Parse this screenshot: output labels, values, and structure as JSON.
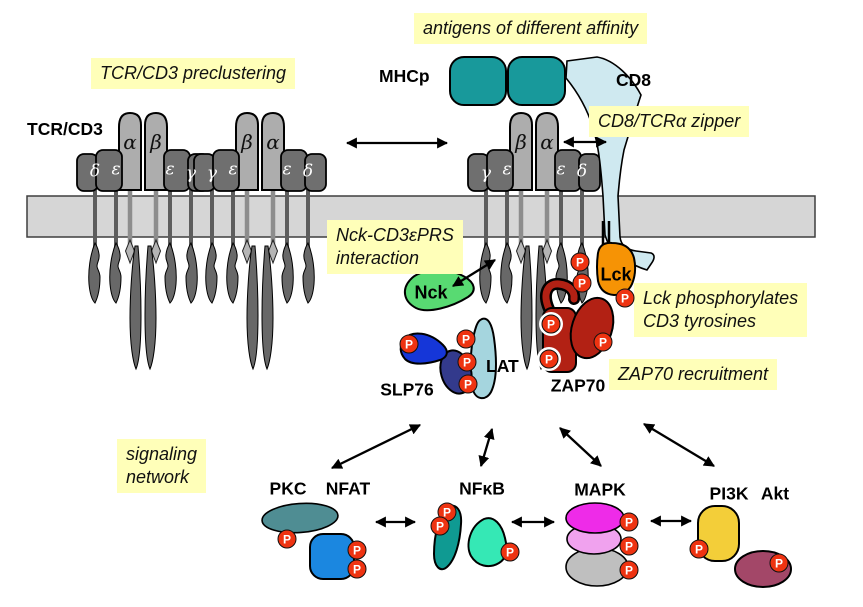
{
  "annotations": {
    "antigens": "antigens of different affinity",
    "preclustering": "TCR/CD3 preclustering",
    "zipper": "CD8/TCRα zipper",
    "nck_line1": "Nck-CD3εPRS",
    "nck_line2": "interaction",
    "lck_line1": "Lck phosphorylates",
    "lck_line2": "CD3 tyrosines",
    "zap70_recruitment": "ZAP70 recruitment",
    "signaling_line1": "signaling",
    "signaling_line2": "network"
  },
  "proteins": {
    "tcr_cd3": "TCR/CD3",
    "mhcp": "MHCp",
    "cd8": "CD8",
    "nck": "Nck",
    "lck": "Lck",
    "slp76": "SLP76",
    "lat": "LAT",
    "zap70": "ZAP70",
    "pkc": "PKC",
    "nfat": "NFAT",
    "nfkb": "NFκB",
    "mapk": "MAPK",
    "pi3k": "PI3K",
    "akt": "Akt"
  },
  "complexes": [
    {
      "name": "tcr-complex-preclustered-1",
      "subunits": [
        "δ",
        "ε",
        "α",
        "β",
        "ε",
        "γ"
      ]
    },
    {
      "name": "tcr-complex-preclustered-2",
      "subunits": [
        "γ",
        "ε",
        "β",
        "α",
        "ε",
        "δ"
      ]
    },
    {
      "name": "tcr-complex-engaged",
      "subunits": [
        "γ",
        "ε",
        "β",
        "α",
        "ε",
        "δ"
      ]
    }
  ],
  "phospho": {
    "label": "P"
  },
  "colors": {
    "note_bg": "#FFFFB9",
    "membrane": "#D6D6D6",
    "receptor_light": "#ADADAD",
    "receptor_dark": "#6F6F6F",
    "tail": "#686868",
    "mhc": "#18999B",
    "cd8": "#CFE9F0",
    "nck": "#58DA72",
    "lck": "#F69305",
    "zap70": "#B22114",
    "slp76": "#1536D8",
    "slp76_core": "#333A8C",
    "lat": "#A5D5DE",
    "phospho": "#EE3311",
    "pkc": "#4F8D93",
    "nfat": "#1B87E0",
    "nfkb": "#0F9A92",
    "nfkb_partner": "#35E8B5",
    "mapk_top": "#EE2BE8",
    "mapk_mid": "#F0A2EE",
    "mapk_bottom": "#BFBFBF",
    "pi3k": "#F3CE39",
    "akt": "#A34768"
  }
}
